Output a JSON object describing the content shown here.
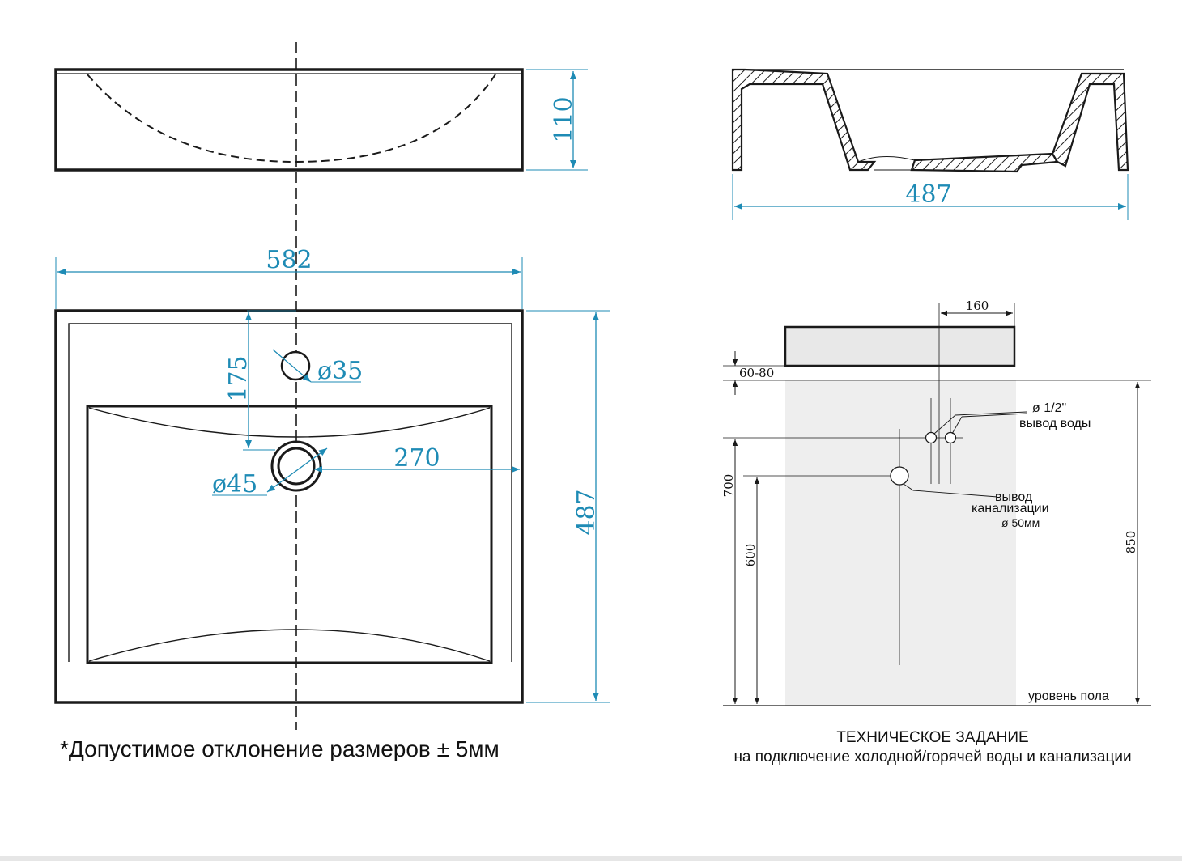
{
  "top_view": {
    "dim_height": "110"
  },
  "plan_view": {
    "dim_width": "582",
    "dim_depth": "487",
    "dim_tap_offset": "175",
    "dim_tap_diameter": "ø35",
    "dim_drain_diameter": "ø45",
    "dim_drain_offset": "270"
  },
  "section_view": {
    "dim_depth": "487"
  },
  "install_view": {
    "dim_160": "160",
    "dim_60_80": "60-80",
    "dim_700": "700",
    "dim_600": "600",
    "dim_850": "850",
    "water_pipe_label": "ø 1/2\"",
    "water_outlet_label": "вывод воды",
    "drain_line1": "вывод",
    "drain_line2": "канализации",
    "drain_diameter": "ø 50мм",
    "floor_label": "уровень пола"
  },
  "tolerance_note": "*Допустимое отклонение размеров ± 5мм",
  "spec": {
    "title": "ТЕХНИЧЕСКОЕ ЗАДАНИЕ",
    "subtitle": "на подключение холодной/горячей воды и канализации"
  },
  "colors": {
    "dimension": "#1e8bb5",
    "outline": "#1a1a1a",
    "wall_zone": "#eeeeee"
  }
}
